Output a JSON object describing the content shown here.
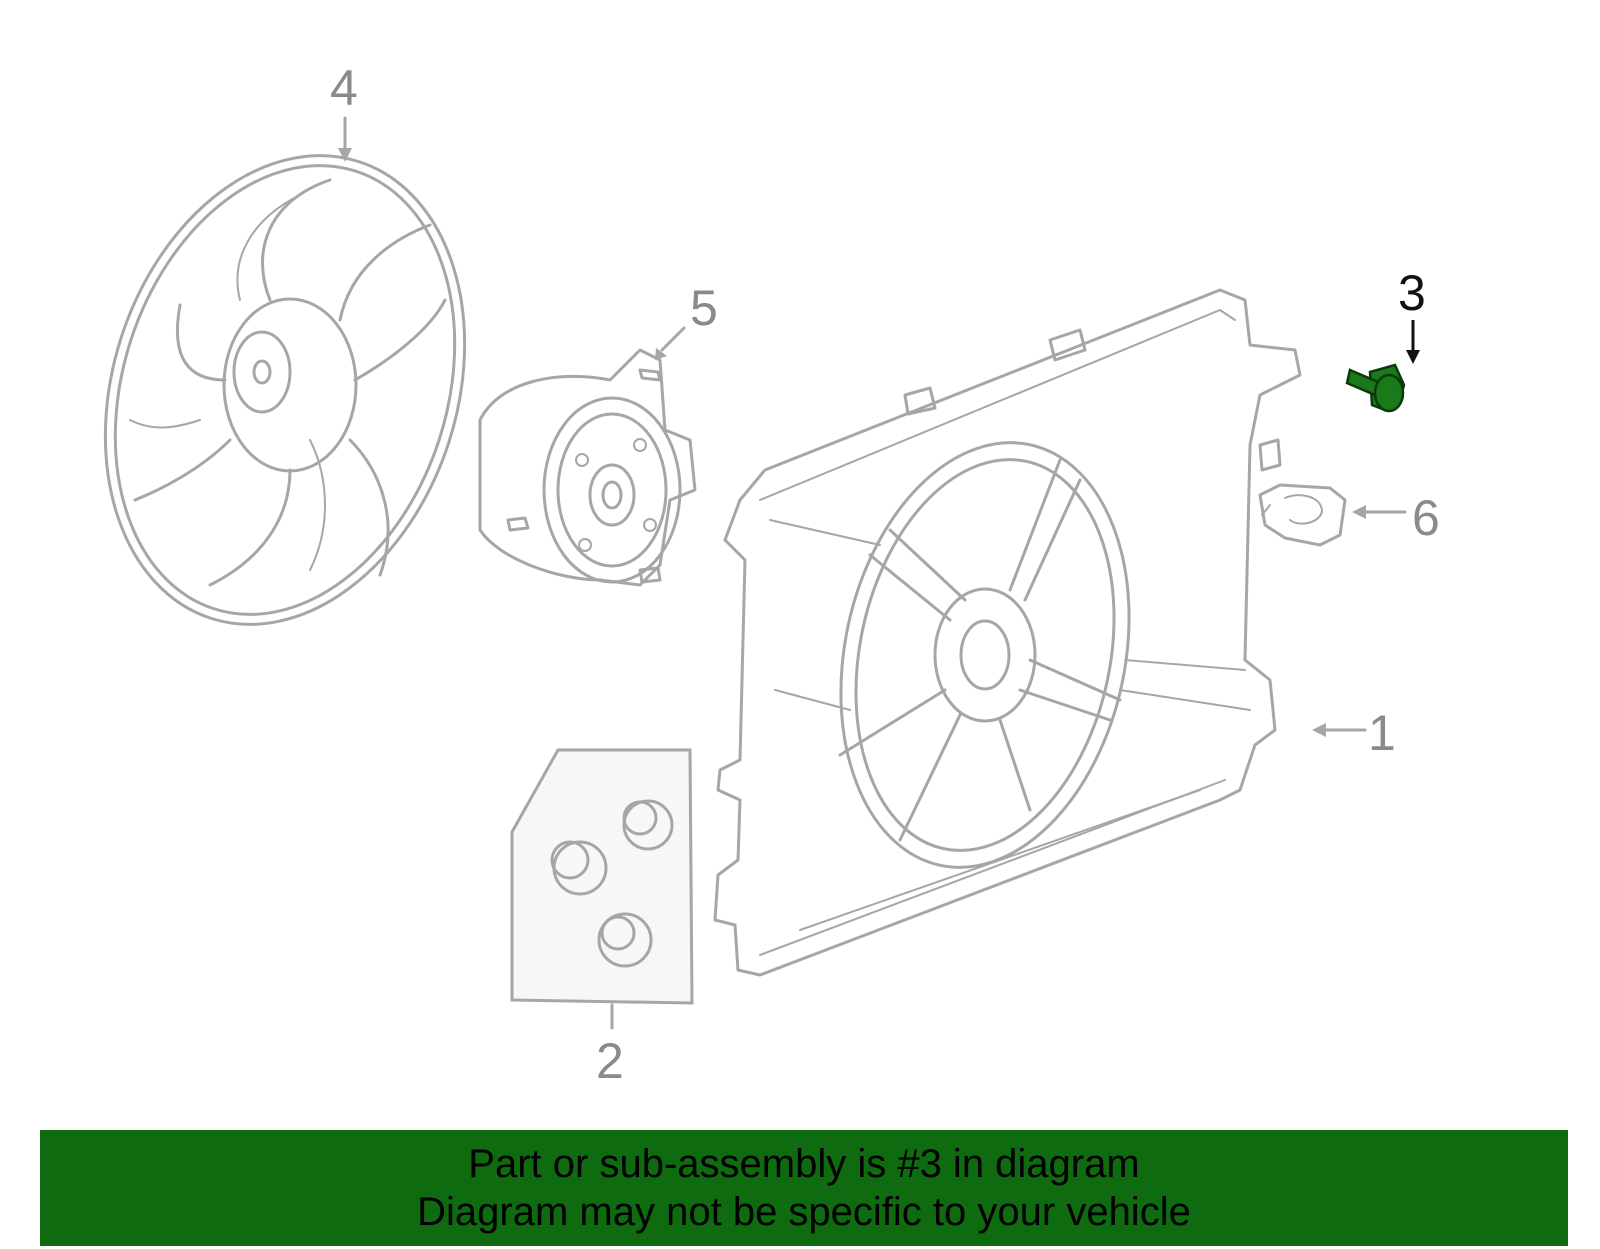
{
  "callouts": [
    {
      "num": "1",
      "highlighted": false
    },
    {
      "num": "2",
      "highlighted": false
    },
    {
      "num": "3",
      "highlighted": true
    },
    {
      "num": "4",
      "highlighted": false
    },
    {
      "num": "5",
      "highlighted": false
    },
    {
      "num": "6",
      "highlighted": false
    }
  ],
  "banner": {
    "line1": "Part or sub-assembly is #3 in diagram",
    "line2": "Diagram may not be specific to your vehicle"
  },
  "colors": {
    "banner_bg": "#0f6b0f",
    "highlight_part": "#1a7a1a",
    "part_stroke": "#a6a6a6",
    "callout_text": "#8a8a8a",
    "highlight_text": "#111111"
  }
}
